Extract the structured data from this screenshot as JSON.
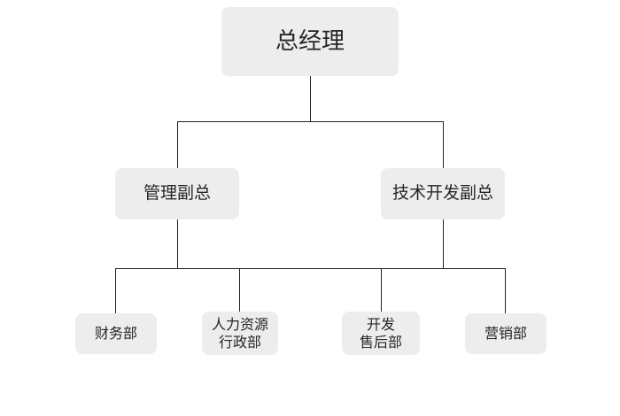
{
  "diagram": {
    "type": "organization-chart",
    "background_color": "#ffffff",
    "node_fill_color": "#ededed",
    "node_text_color": "#262626",
    "connector_color": "#222222",
    "levels": [
      {
        "level": 1,
        "nodes": [
          {
            "id": "gm",
            "label": "总经理"
          }
        ]
      },
      {
        "level": 2,
        "nodes": [
          {
            "id": "vp-management",
            "label": "管理副总"
          },
          {
            "id": "vp-tech",
            "label": "技术开发副总"
          }
        ]
      },
      {
        "level": 3,
        "nodes": [
          {
            "id": "dept-finance",
            "label": "财务部",
            "lines": [
              "财务部"
            ]
          },
          {
            "id": "dept-hr-admin",
            "label": "人力资源行政部",
            "lines": [
              "人力资源",
              "行政部"
            ]
          },
          {
            "id": "dept-dev-aftersales",
            "label": "开发售后部",
            "lines": [
              "开发",
              "售后部"
            ]
          },
          {
            "id": "dept-marketing",
            "label": "营销部",
            "lines": [
              "营销部"
            ]
          }
        ]
      }
    ]
  }
}
